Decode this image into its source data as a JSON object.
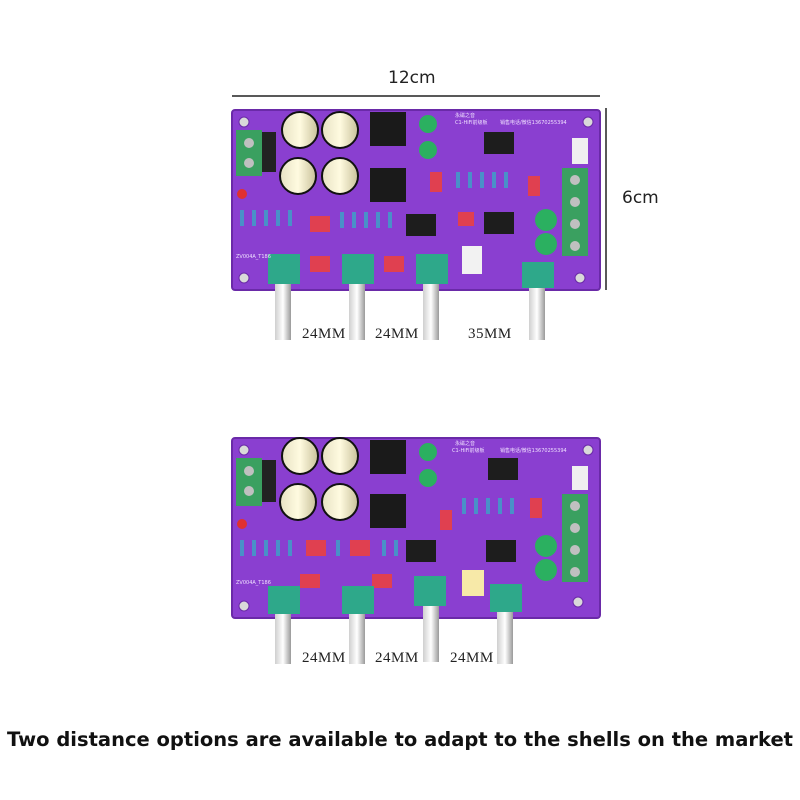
{
  "dimensions": {
    "width_label": "12cm",
    "height_label": "6cm"
  },
  "board_top": {
    "spacings": [
      "24MM",
      "24MM",
      "35MM"
    ],
    "silkscreen": {
      "brand": "永磁之音",
      "model": "C1-HiFi前级板",
      "contact": "销售电话/微信13670255394",
      "serial": "ZV004A_T186"
    }
  },
  "board_bottom": {
    "spacings": [
      "24MM",
      "24MM",
      "24MM"
    ],
    "silkscreen": {
      "brand": "永磁之音",
      "model": "C1-HiFi前级板",
      "contact": "销售电话/微信13670255394",
      "serial": "ZV004A_T186"
    }
  },
  "caption": "Two distance options are available to adapt to the shells on the market",
  "colors": {
    "pcb": "#8a3fd0",
    "pcb_dark": "#6a2aa8",
    "terminal": "#3aa060",
    "pot_body": "#2ea88a",
    "capacitor_red": "#e04050",
    "electrolytic": "#1a1a1a",
    "green_cap": "#2bb060"
  }
}
